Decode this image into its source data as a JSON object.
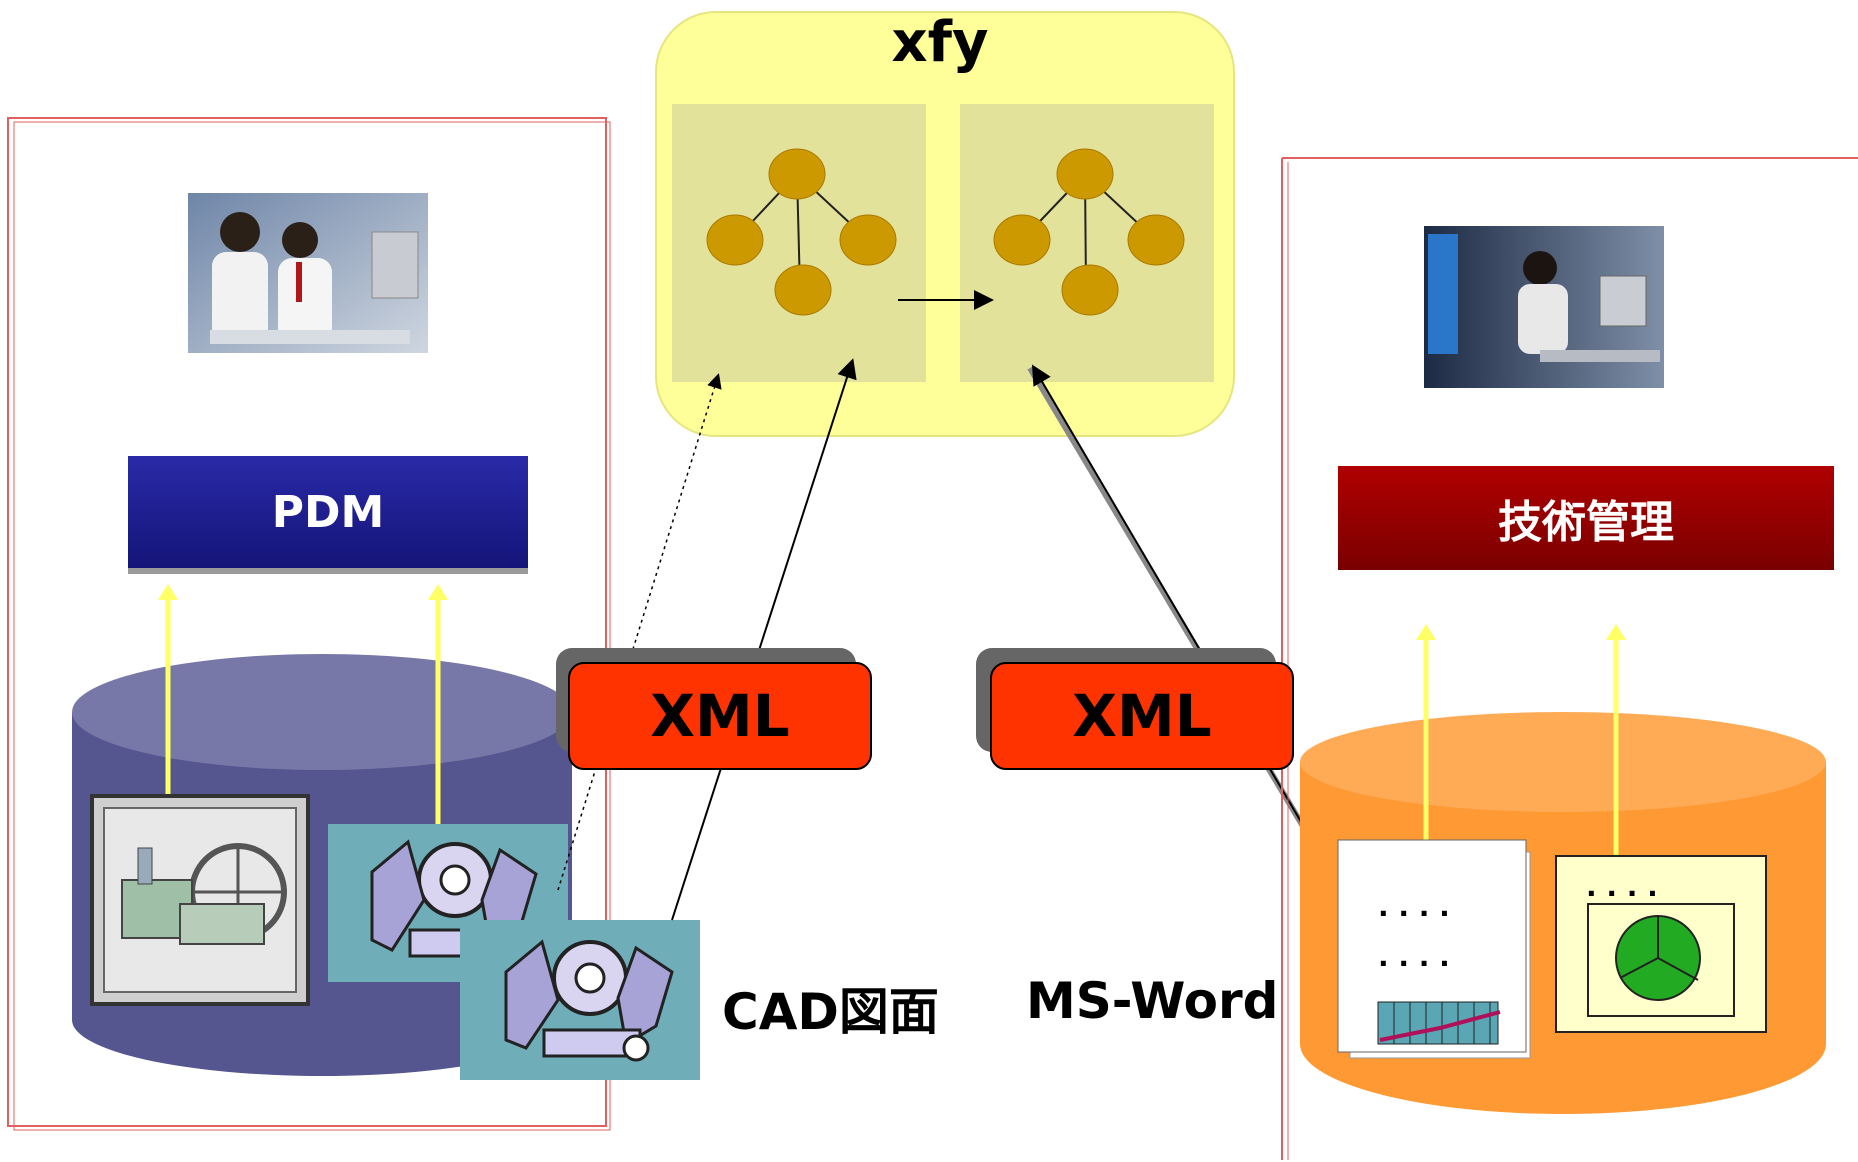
{
  "title": "xfy",
  "left_system": {
    "label": "PDM"
  },
  "right_system": {
    "label": "技術管理"
  },
  "xml_tags": [
    {
      "label": "XML"
    },
    {
      "label": "XML"
    }
  ],
  "captions": {
    "cad": "CAD図面",
    "word": "MS-Word"
  },
  "colors": {
    "xfy_panel": "#ffff99",
    "tree_panel": "#e2e29a",
    "tree_node": "#cc9900",
    "pdm_bar": "#1e1e96",
    "gijutsu_bar": "#a00000",
    "xml_tag": "#ff3300",
    "left_db": "#55558f",
    "right_db": "#ff9933",
    "frame_border": "#e06060",
    "up_arrow": "#ffff66"
  },
  "icons": [
    "office-photo",
    "engineer-photo",
    "steam-engine-icon",
    "engine-icon",
    "document-icon",
    "chart-document-icon",
    "tree-icon"
  ]
}
